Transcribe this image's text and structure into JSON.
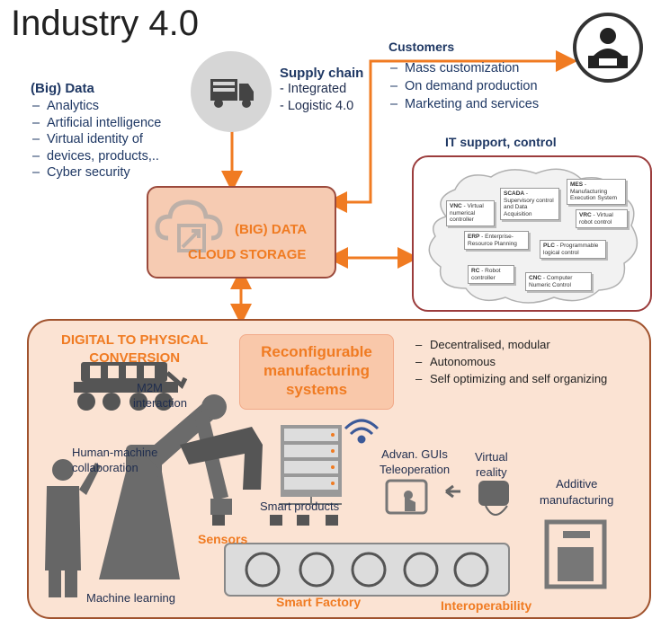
{
  "title": "Industry 4.0",
  "big_data": {
    "heading": "(Big) Data",
    "items": [
      "Analytics",
      "Artificial intelligence",
      "Virtual identity of",
      "devices, products,..",
      "Cyber security"
    ]
  },
  "supply_chain": {
    "heading": "Supply chain",
    "lines": [
      "- Integrated",
      "- Logistic 4.0"
    ]
  },
  "customers": {
    "heading": "Customers",
    "items": [
      "Mass customization",
      "On demand production",
      "Marketing and services"
    ]
  },
  "it_support": {
    "heading": "IT support, control",
    "modules": [
      {
        "abbr": "VNC",
        "text": " - Virtual numerical controller"
      },
      {
        "abbr": "SCADA",
        "text": " - Supervisory control and Data Acquisition"
      },
      {
        "abbr": "MES",
        "text": " - Manufacturing Execution System"
      },
      {
        "abbr": "VRC",
        "text": " - Virtual robot control"
      },
      {
        "abbr": "ERP",
        "text": " - Enterprise-Resource Planning"
      },
      {
        "abbr": "PLC",
        "text": " - Programmable logical control"
      },
      {
        "abbr": "RC",
        "text": " - Robot controller"
      },
      {
        "abbr": "CNC",
        "text": " - Computer Numeric Control"
      }
    ]
  },
  "cloud": {
    "line1": "(BIG) DATA",
    "line2": "CLOUD STORAGE"
  },
  "factory": {
    "digital_to_physical": [
      "DIGITAL TO PHYSICAL",
      "CONVERSION"
    ],
    "reconfigurable": [
      "Reconfigurable",
      "manufacturing",
      "systems"
    ],
    "features": [
      "Decentralised, modular",
      "Autonomous",
      "Self optimizing and self organizing"
    ],
    "m2m": [
      "M2M",
      "interaction"
    ],
    "hmc": [
      "Human-machine",
      "collaboration"
    ],
    "sensors": "Sensors",
    "smart_products": "Smart products",
    "advan_guis": [
      "Advan. GUIs",
      "Teleoperation"
    ],
    "virtual_reality": [
      "Virtual",
      "reality"
    ],
    "additive": [
      "Additive",
      "manufacturing"
    ],
    "machine_learning": "Machine learning",
    "smart_factory": "Smart Factory",
    "interoperability": "Interoperability"
  },
  "colors": {
    "orange": "#f07b22",
    "navy": "#1f3864",
    "peach": "#fbe3d3",
    "brick": "#9b4a3c"
  }
}
